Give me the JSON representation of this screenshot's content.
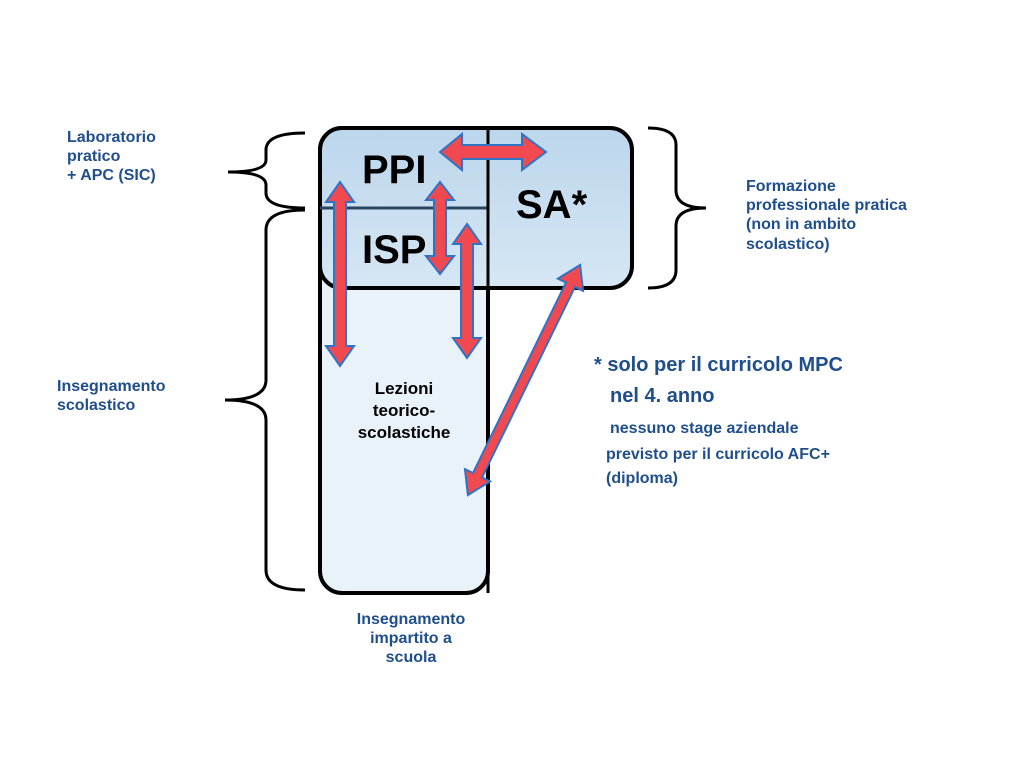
{
  "left_labels": {
    "laboratorio": [
      "Laboratorio",
      "pratico",
      "+ APC (SIC)"
    ],
    "insegnamento": [
      "Insegnamento",
      "scolastico"
    ]
  },
  "right_label": [
    "Formazione",
    "professionale pratica",
    "(non in ambito",
    "scolastico)"
  ],
  "boxes": {
    "ppi": "PPI",
    "isp": "ISP",
    "sa": "SA*",
    "lezioni": [
      "Lezioni",
      "teorico-",
      "scolastiche"
    ]
  },
  "bottom_label": [
    "Insegnamento",
    "impartito a",
    "scuola"
  ],
  "note": {
    "line1": "* solo per il curricolo MPC",
    "line2": "nel 4. anno",
    "line3": "nessuno stage aziendale",
    "line4": "previsto per il curricolo AFC+",
    "line5": "(diploma)"
  },
  "colors": {
    "label_blue": "#1f4e8c",
    "box_fill_top": "#cfe1f0",
    "box_fill_bottom": "#e9f2f8",
    "arrow_red": "#f04a50",
    "arrow_outline": "#2f73c4"
  }
}
